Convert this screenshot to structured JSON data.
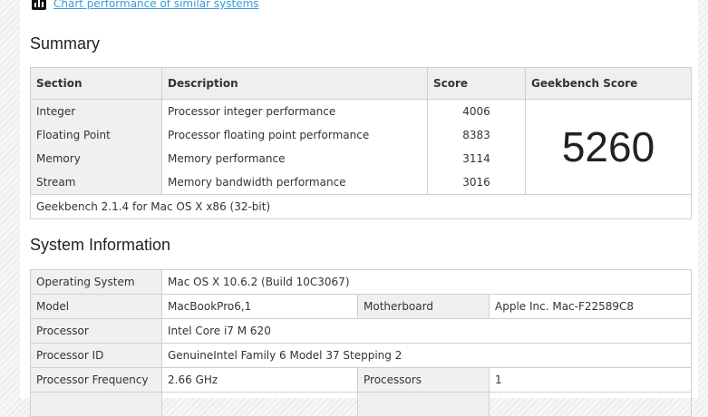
{
  "links": {
    "chart": "Chart performance of similar systems"
  },
  "summary": {
    "title": "Summary",
    "headers": [
      "Section",
      "Description",
      "Score",
      "Geekbench Score"
    ],
    "rows": [
      {
        "section": "Integer",
        "description": "Processor integer performance",
        "score": "4006"
      },
      {
        "section": "Floating Point",
        "description": "Processor floating point performance",
        "score": "8383"
      },
      {
        "section": "Memory",
        "description": "Memory performance",
        "score": "3114"
      },
      {
        "section": "Stream",
        "description": "Memory bandwidth performance",
        "score": "3016"
      }
    ],
    "geekbench_score": "5260",
    "footer": "Geekbench 2.1.4 for Mac OS X x86 (32-bit)"
  },
  "system": {
    "title": "System Information",
    "os_label": "Operating System",
    "os": "Mac OS X 10.6.2 (Build 10C3067)",
    "model_label": "Model",
    "model": "MacBookPro6,1",
    "motherboard_label": "Motherboard",
    "motherboard": "Apple Inc. Mac-F22589C8",
    "processor_label": "Processor",
    "processor": "Intel Core i7 M 620",
    "processor_id_label": "Processor ID",
    "processor_id": "GenuineIntel Family 6 Model 37 Stepping 2",
    "freq_label": "Processor Frequency",
    "freq": "2.66 GHz",
    "processors_label": "Processors",
    "processors": "1"
  }
}
